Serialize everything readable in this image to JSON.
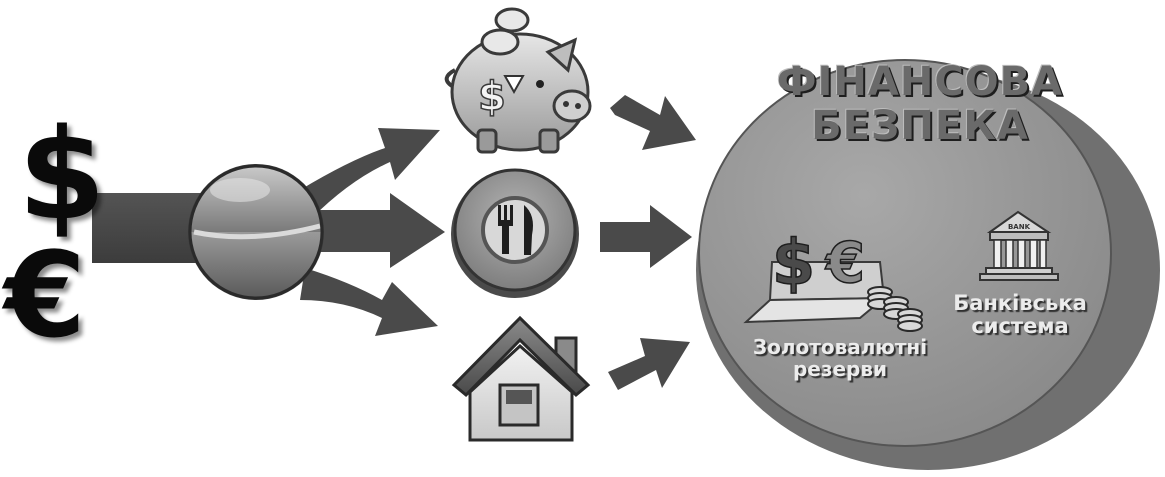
{
  "currency": {
    "dollar_symbol": "$",
    "euro_symbol": "€"
  },
  "financial_security": {
    "title_line1": "ФІНАНСОВА",
    "title_line2": "БЕЗПЕКА",
    "gold_reserves_line1": "Золотовалютні",
    "gold_reserves_line2": "резерви",
    "banking_line1": "Банківська",
    "banking_line2": "система",
    "bank_sign": "BANK"
  },
  "colors": {
    "arrow": "#4a4a4a",
    "big_circle": "#9a9a9a",
    "big_circle_shadow": "#6e6e6e",
    "title_text": "#6a6a6a",
    "caption_text": "#ececec"
  },
  "icons": [
    "dollar-symbol",
    "euro-symbol",
    "flow-sphere",
    "piggy-bank-icon",
    "fork-knife-plate-icon",
    "house-icon",
    "currency-gold-icon",
    "bank-building-icon"
  ]
}
